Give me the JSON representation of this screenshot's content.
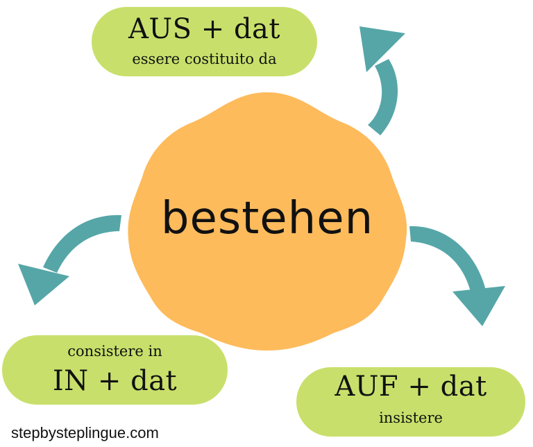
{
  "center": {
    "word": "bestehen",
    "shape": "scalloped-circle",
    "color": "#fdbb5c"
  },
  "nodes": [
    {
      "id": "aus",
      "preposition": "AUS + dat",
      "meaning": "essere costituito da",
      "color": "#c8e06b"
    },
    {
      "id": "in",
      "preposition": "IN + dat",
      "meaning": "consistere in",
      "color": "#c8e06b"
    },
    {
      "id": "auf",
      "preposition": "AUF + dat",
      "meaning": "insistere",
      "color": "#c8e06b"
    }
  ],
  "arrows": {
    "color": "#56a6a8",
    "items": [
      {
        "direction": "up",
        "target": "aus"
      },
      {
        "direction": "down-left",
        "target": "in"
      },
      {
        "direction": "down-right",
        "target": "auf"
      }
    ]
  },
  "footer": {
    "site": "stepbysteplingue.com"
  }
}
